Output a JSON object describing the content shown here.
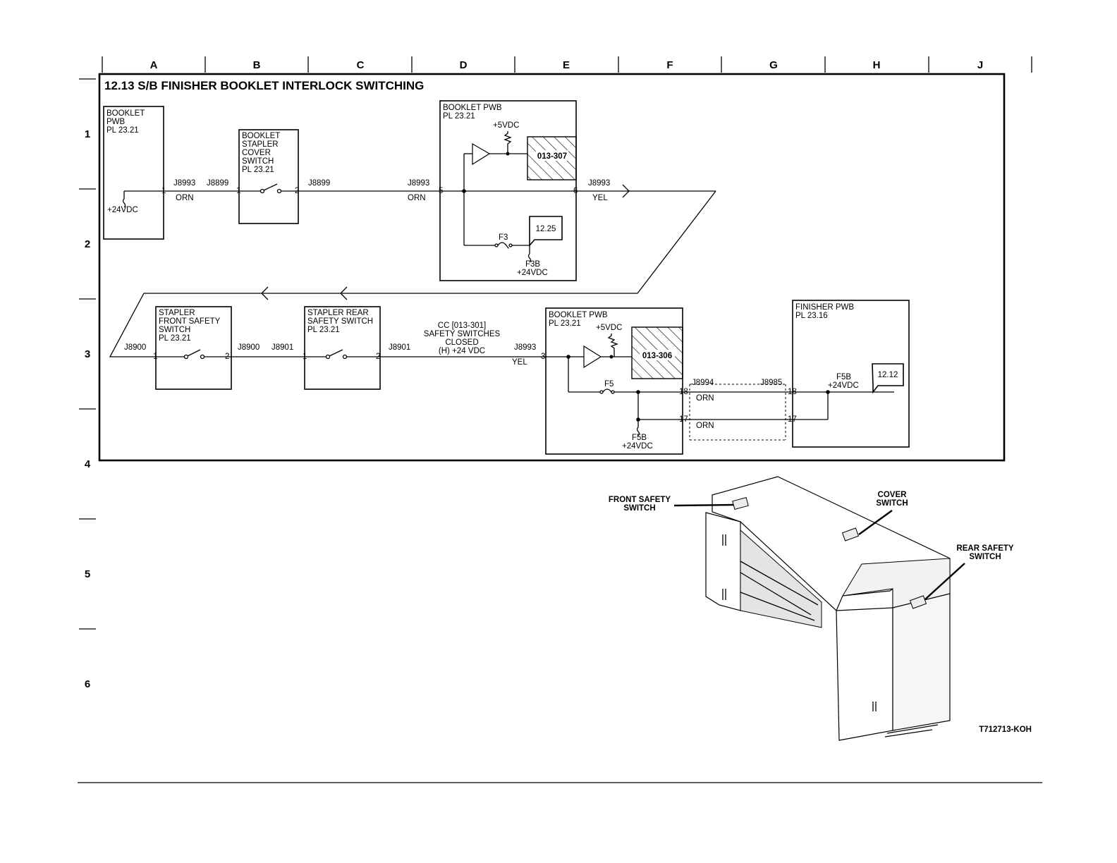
{
  "title": "12.13 S/B FINISHER BOOKLET INTERLOCK SWITCHING",
  "columns": [
    "A",
    "B",
    "C",
    "D",
    "E",
    "F",
    "G",
    "H",
    "J"
  ],
  "rows": [
    "1",
    "2",
    "3",
    "4",
    "5",
    "6"
  ],
  "components": {
    "booklet_pwb_1": [
      "BOOKLET",
      "PWB",
      "PL 23.21"
    ],
    "stapler_cover_switch": [
      "BOOKLET",
      "STAPLER",
      "COVER",
      "SWITCH",
      "PL 23.21"
    ],
    "booklet_pwb_2": [
      "BOOKLET PWB",
      "PL 23.21"
    ],
    "front_safety_switch": [
      "STAPLER",
      "FRONT SAFETY",
      "SWITCH",
      "PL 23.21"
    ],
    "rear_safety_switch": [
      "STAPLER REAR",
      "SAFETY SWITCH",
      "PL 23.21"
    ],
    "booklet_pwb_3": [
      "BOOKLET PWB",
      "PL 23.21"
    ],
    "finisher_pwb": [
      "FINISHER PWB",
      "PL 23.16"
    ]
  },
  "connectors": {
    "j8993": "J8993",
    "j8899": "J8899",
    "j8900": "J8900",
    "j8901": "J8901",
    "j8994": "J8994",
    "j8985": "J8985"
  },
  "wires": {
    "orn": "ORN",
    "yel": "YEL"
  },
  "pins": {
    "p1": "1",
    "p2": "2",
    "p3": "3",
    "p5": "5",
    "p6": "6",
    "p17": "17",
    "p18": "18"
  },
  "voltages": {
    "v24": "+24VDC",
    "v5": "+5VDC"
  },
  "fault_codes": {
    "c307": "013-307",
    "c306": "013-306"
  },
  "fuses": {
    "f3": "F3",
    "f3b": "F3B",
    "f5": "F5",
    "f5b": "F5B"
  },
  "refs": {
    "r1225": "12.25",
    "r1212": "12.12"
  },
  "state_note": [
    "CC [013-301]",
    "SAFETY SWITCHES",
    "CLOSED",
    "(H) +24 VDC"
  ],
  "illustration": {
    "front_safety": [
      "FRONT SAFETY",
      "SWITCH"
    ],
    "cover": [
      "COVER",
      "SWITCH"
    ],
    "rear_safety": [
      "REAR SAFETY",
      "SWITCH"
    ]
  },
  "figure_id": "T712713-KOH"
}
